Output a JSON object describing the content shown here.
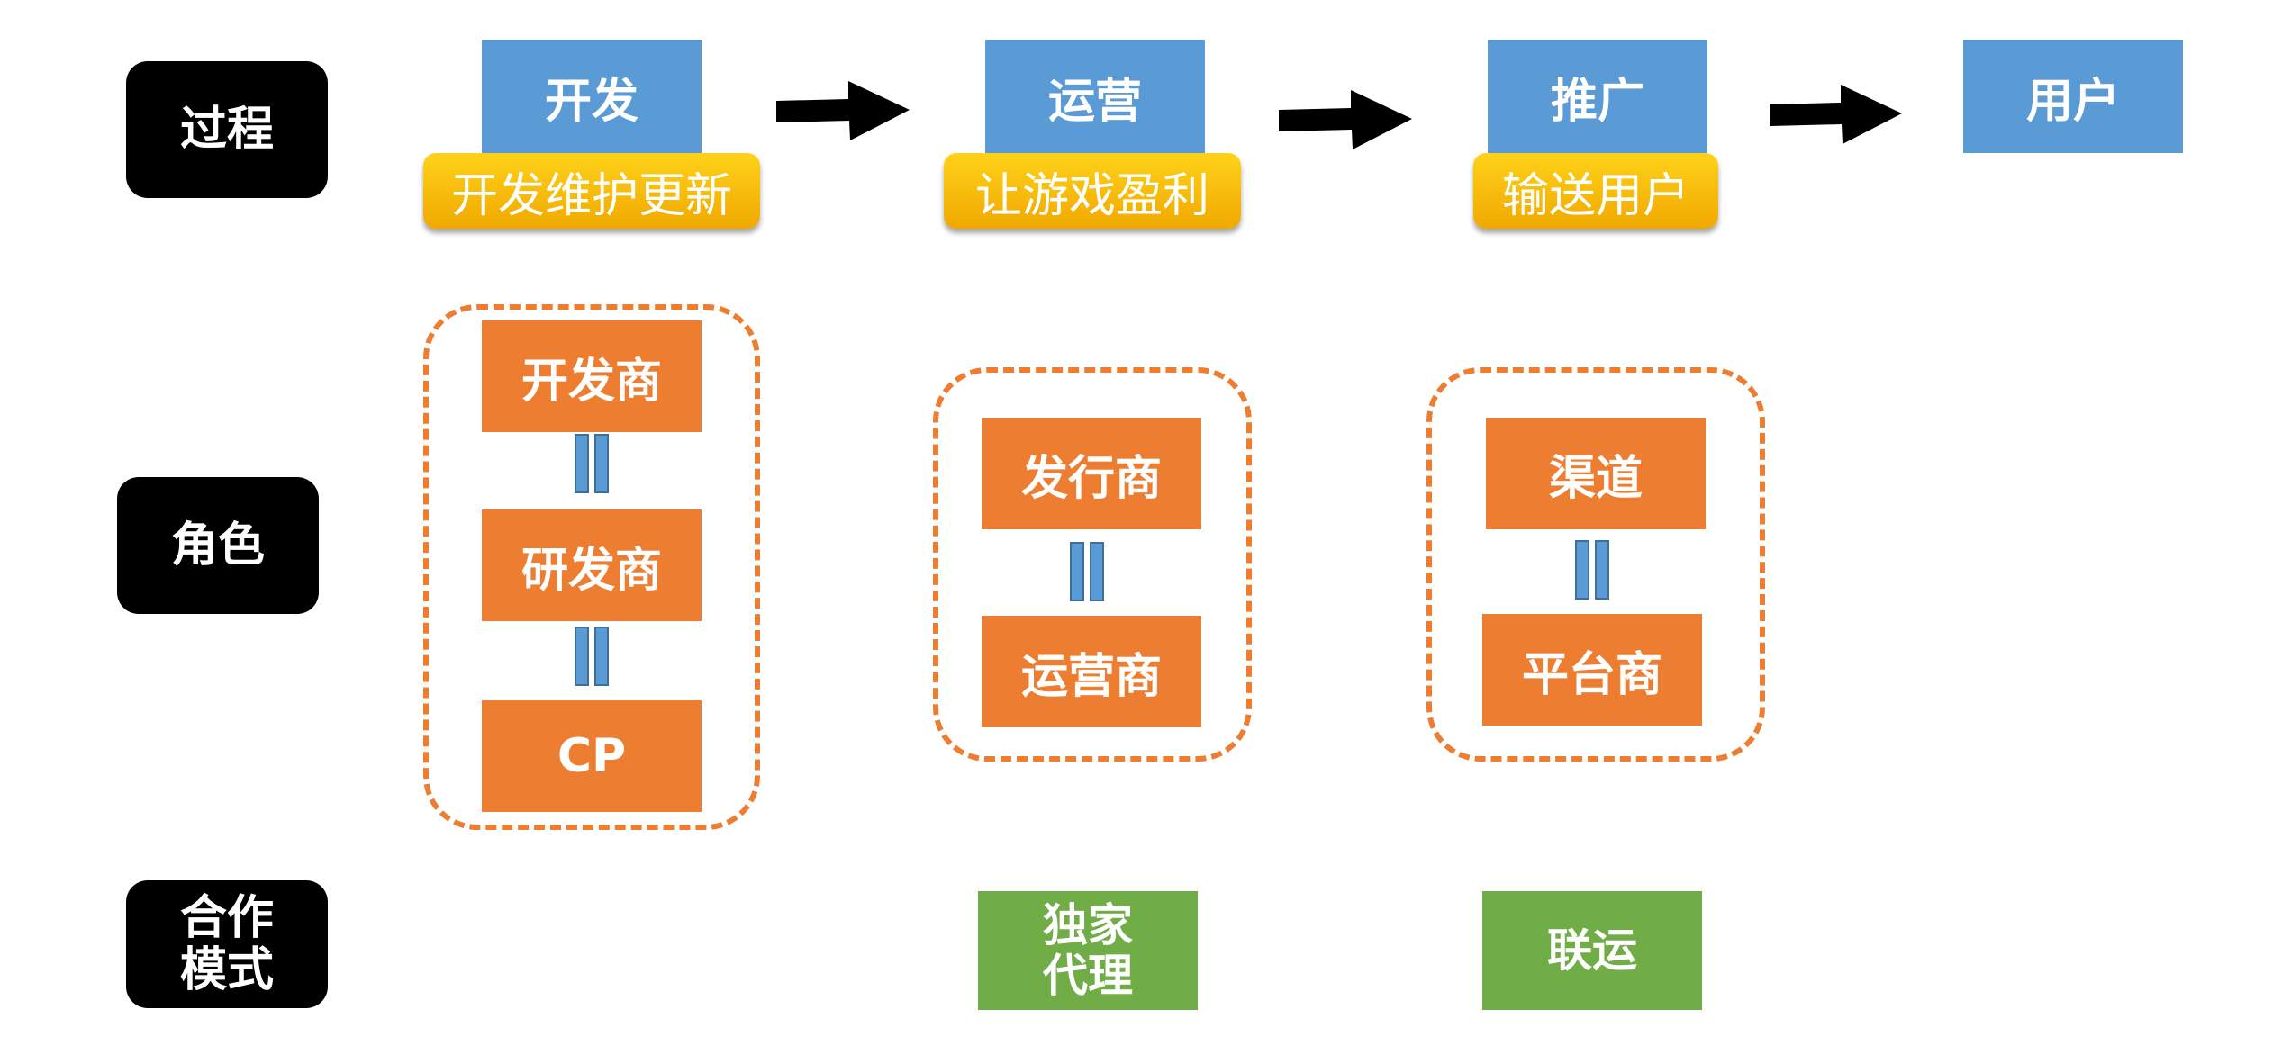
{
  "rows": {
    "process": "过程",
    "role": "角色",
    "cooperation": [
      "合作",
      "模式"
    ]
  },
  "stages": {
    "develop": {
      "title": "开发",
      "desc": "开发维护更新"
    },
    "operate": {
      "title": "运营",
      "desc": "让游戏盈利"
    },
    "promote": {
      "title": "推广",
      "desc": "输送用户"
    },
    "user": {
      "title": "用户"
    }
  },
  "roles": {
    "develop": [
      "开发商",
      "研发商",
      "CP"
    ],
    "operate": [
      "发行商",
      "运营商"
    ],
    "promote": [
      "渠道",
      "平台商"
    ]
  },
  "cooperation_modes": {
    "operate": [
      "独家",
      "代理"
    ],
    "promote": "联运"
  },
  "colors": {
    "stage_blue": "#5b9bd5",
    "role_orange": "#ed7d31",
    "mode_green": "#70ad47",
    "desc_gold": "#ffc000",
    "row_label_black": "#000000"
  }
}
